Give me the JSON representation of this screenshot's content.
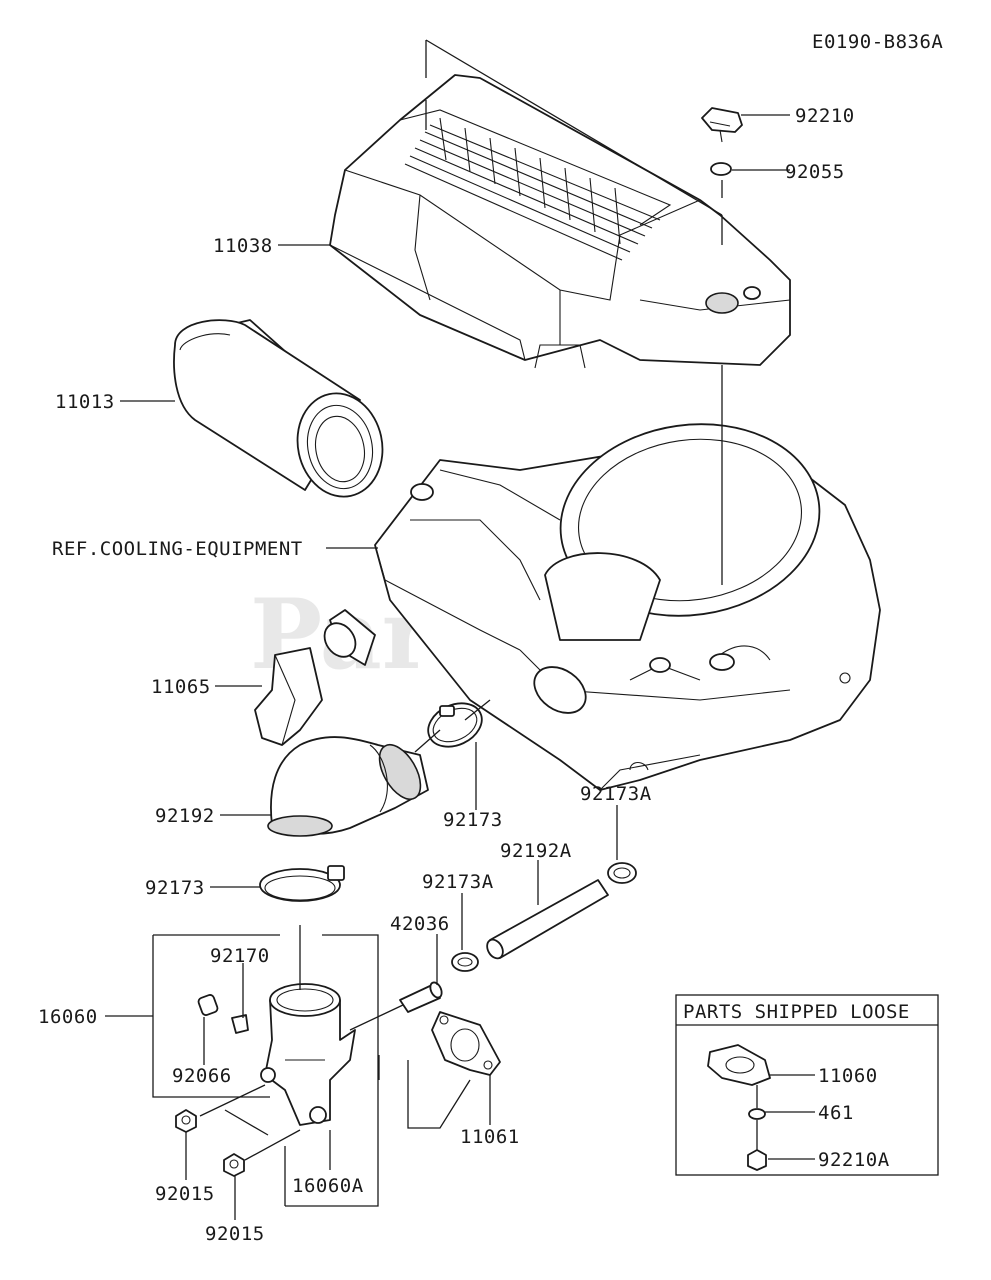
{
  "diagram_code": "E0190-B836A",
  "watermark": "PartsTree",
  "callouts": {
    "p92210": "92210",
    "p92055": "92055",
    "p11038": "11038",
    "p11013": "11013",
    "ref_cooling": "REF.COOLING-EQUIPMENT",
    "p11065": "11065",
    "p92192": "92192",
    "p92173_upper": "92173",
    "p92173A_right": "92173A",
    "p92192A": "92192A",
    "p92173_lower": "92173",
    "p92173A_mid": "92173A",
    "p42036": "42036",
    "p92170": "92170",
    "p16060": "16060",
    "p92066": "92066",
    "p11061": "11061",
    "p92015_a": "92015",
    "p16060A": "16060A",
    "p92015_b": "92015"
  },
  "loose_box": {
    "title": "PARTS SHIPPED LOOSE",
    "items": [
      "11060",
      "461",
      "92210A"
    ]
  }
}
